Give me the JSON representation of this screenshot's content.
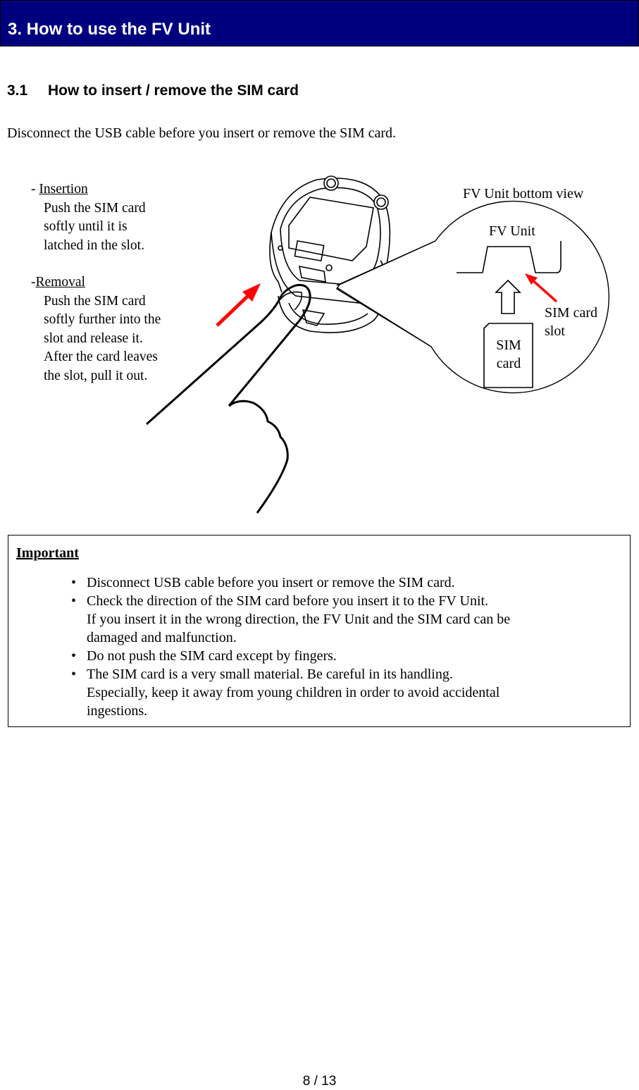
{
  "header": {
    "title": "3. How to use the FV Unit"
  },
  "section": {
    "number": "3.1",
    "title": "How to insert / remove the SIM card"
  },
  "intro": "Disconnect the USB cable before you insert or remove the SIM card.",
  "insertion": {
    "prefix": "- ",
    "label": "Insertion",
    "lines": [
      "Push the SIM card",
      "softly until it is",
      "latched in the slot."
    ]
  },
  "removal": {
    "prefix": "-",
    "label": "Removal",
    "lines": [
      "Push the SIM card",
      "softly further into the",
      "slot and release it.",
      "After the card leaves",
      "the slot, pull it out."
    ]
  },
  "figure": {
    "bottom_view_label": "FV Unit bottom view",
    "fv_unit_label": "FV Unit",
    "slot_label_1": "SIM card",
    "slot_label_2": "slot",
    "card_label_1": "SIM",
    "card_label_2": "card",
    "arrow_color": "#ff0000"
  },
  "important": {
    "title": "Important",
    "items": [
      {
        "lines": [
          "Disconnect USB cable before you insert or remove the SIM card."
        ]
      },
      {
        "lines": [
          "Check the direction of the SIM card before you insert it to the FV Unit.",
          "If you insert it in the wrong direction, the FV Unit and the SIM card can be",
          "damaged and malfunction."
        ]
      },
      {
        "lines": [
          "Do not push the SIM card except by fingers."
        ]
      },
      {
        "lines": [
          "The SIM card is a very small material. Be careful in its handling.",
          "Especially, keep it away from young children in order to avoid accidental",
          "ingestions."
        ]
      }
    ]
  },
  "footer": {
    "page": "8 / 13"
  },
  "colors": {
    "header_bg": "#00007f",
    "header_text": "#ffffff",
    "arrow": "#ff0000"
  }
}
